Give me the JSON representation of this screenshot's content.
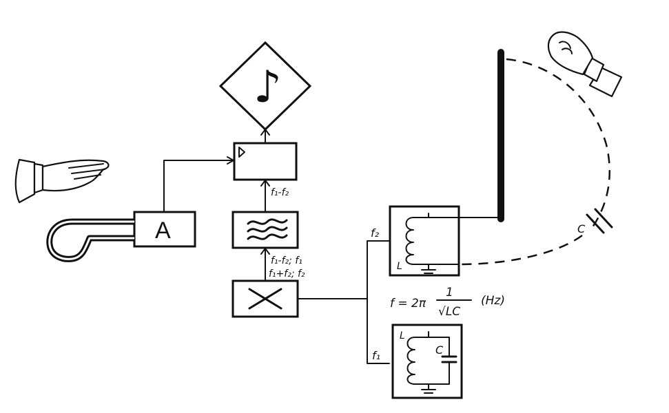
{
  "amplifier": {
    "label": "A"
  },
  "speaker": {
    "icon": "music-note-icon",
    "glyph": "♪"
  },
  "signals": {
    "difference": "f₁-f₂",
    "mixer_line1": "f₁-f₂; f₁",
    "mixer_line2": "f₁+f₂; f₂"
  },
  "oscillators": {
    "variable": {
      "freq": "f₂",
      "inductor": "L"
    },
    "fixed": {
      "freq": "f₁",
      "inductor": "L",
      "capacitor": "C"
    }
  },
  "antenna": {
    "capacitance": "C"
  },
  "formula": {
    "lhs": "f = 2π",
    "numerator": "1",
    "denominator": "√LC",
    "unit": "(Hz)"
  },
  "colors": {
    "ink": "#111111",
    "paper": "#ffffff"
  }
}
